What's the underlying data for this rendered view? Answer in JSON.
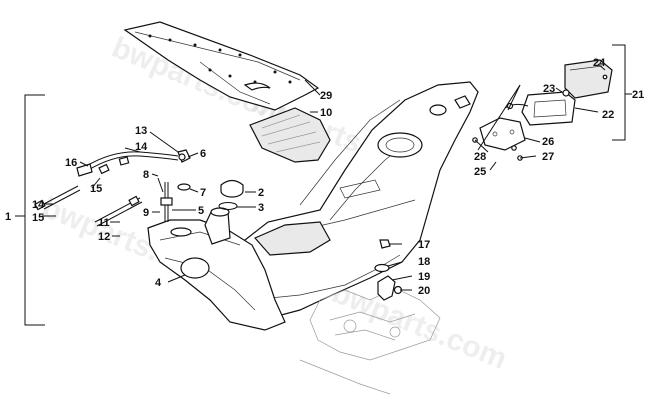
{
  "watermark": "bwparts.com",
  "callouts": [
    {
      "id": "c1",
      "text": "1"
    },
    {
      "id": "c2",
      "text": "2"
    },
    {
      "id": "c3",
      "text": "3"
    },
    {
      "id": "c4",
      "text": "4"
    },
    {
      "id": "c5",
      "text": "5"
    },
    {
      "id": "c6",
      "text": "6"
    },
    {
      "id": "c7",
      "text": "7"
    },
    {
      "id": "c8",
      "text": "8"
    },
    {
      "id": "c9",
      "text": "9"
    },
    {
      "id": "c10",
      "text": "10"
    },
    {
      "id": "c11",
      "text": "11"
    },
    {
      "id": "c12",
      "text": "12"
    },
    {
      "id": "c13",
      "text": "13"
    },
    {
      "id": "c14a",
      "text": "14"
    },
    {
      "id": "c14b",
      "text": "14"
    },
    {
      "id": "c15a",
      "text": "15"
    },
    {
      "id": "c15b",
      "text": "15"
    },
    {
      "id": "c16",
      "text": "16"
    },
    {
      "id": "c17",
      "text": "17"
    },
    {
      "id": "c18",
      "text": "18"
    },
    {
      "id": "c19",
      "text": "19"
    },
    {
      "id": "c20",
      "text": "20"
    },
    {
      "id": "c21",
      "text": "21"
    },
    {
      "id": "c22",
      "text": "22"
    },
    {
      "id": "c23",
      "text": "23"
    },
    {
      "id": "c24",
      "text": "24"
    },
    {
      "id": "c25",
      "text": "25"
    },
    {
      "id": "c26",
      "text": "26"
    },
    {
      "id": "c27",
      "text": "27"
    },
    {
      "id": "c28",
      "text": "28"
    },
    {
      "id": "c29",
      "text": "29"
    }
  ]
}
